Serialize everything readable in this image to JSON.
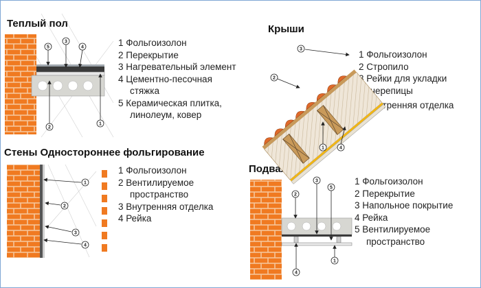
{
  "panels": {
    "floor": {
      "title": "Теплый пол",
      "legend": [
        {
          "lines": [
            "1 Фольгоизолон"
          ]
        },
        {
          "lines": [
            "2 Перекрытие"
          ]
        },
        {
          "lines": [
            "3 Нагревательный элемент"
          ]
        },
        {
          "lines": [
            "4 Цементно-песочная",
            "стяжка"
          ]
        },
        {
          "lines": [
            "5 Керамическая плитка,",
            "линолеум, ковер"
          ]
        }
      ],
      "callouts": [
        "5",
        "3",
        "4",
        "2",
        "1"
      ]
    },
    "roof": {
      "title": "Крыши",
      "legend": [
        {
          "lines": [
            "1 Фольгоизолон"
          ]
        },
        {
          "lines": [
            "2 Стропило"
          ]
        },
        {
          "lines": [
            "3 Рейки для укладки",
            "черепицы"
          ]
        },
        {
          "lines": [
            "4 Внутренняя отделка"
          ]
        }
      ],
      "callouts": [
        "3",
        "2",
        "1",
        "4"
      ]
    },
    "walls": {
      "title": "Стены Одностороннее фольгирование",
      "legend": [
        {
          "lines": [
            "1 Фольгоизолон"
          ]
        },
        {
          "lines": [
            "2 Вентилируемое",
            "пространство"
          ]
        },
        {
          "lines": [
            "3 Внутренняя отделка"
          ]
        },
        {
          "lines": [
            "4 Рейка"
          ]
        }
      ],
      "callouts": [
        "1",
        "2",
        "3",
        "4"
      ]
    },
    "basement": {
      "title": "Подвалы",
      "legend": [
        {
          "lines": [
            "1 Фольгоизолон"
          ]
        },
        {
          "lines": [
            "2 Перекрытие"
          ]
        },
        {
          "lines": [
            "3 Напольное покрытие"
          ]
        },
        {
          "lines": [
            "4 Рейка"
          ]
        },
        {
          "lines": [
            "5 Вентилируемое",
            "пространство"
          ]
        }
      ],
      "callouts": [
        "2",
        "3",
        "5",
        "4",
        "1"
      ]
    }
  },
  "colors": {
    "brick": "#f07a21",
    "mortar": "#f6c69a",
    "slab": "#d7d7d2",
    "wood": "#c99a5a",
    "tile": "#e06a2a",
    "frame": "#7ea6d4"
  }
}
